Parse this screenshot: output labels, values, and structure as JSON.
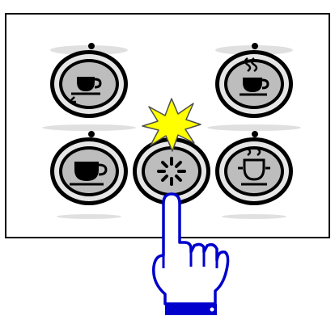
{
  "figure": {
    "kind": "coffee-machine-control-panel-illustration",
    "colors": {
      "background": "#ffffff",
      "panel_outline": "#000000",
      "button_ring": "#000000",
      "button_face": "#bdbdbd",
      "button_face_light": "#e6e6e6",
      "indicator_led": "#000000",
      "flash_fill": "#ffff00",
      "flash_outline": "#4d4d4d",
      "hand_fill": "#ffffff",
      "hand_outline": "#0000cc",
      "cuff_fill": "#0000cc"
    }
  },
  "panel": {
    "buttons": [
      {
        "id": "short-coffee-button",
        "icon": "short-coffee-icon",
        "row": "top",
        "column": "left",
        "has_led": true
      },
      {
        "id": "steam-button",
        "icon": "steam-icon",
        "row": "top",
        "column": "right",
        "has_led": true
      },
      {
        "id": "long-coffee-button",
        "icon": "long-coffee-icon",
        "row": "bottom",
        "column": "left",
        "has_led": true
      },
      {
        "id": "power-button",
        "icon": "power-burst-icon",
        "row": "bottom",
        "column": "center",
        "has_led": false,
        "pressed": true
      },
      {
        "id": "hot-water-button",
        "icon": "hot-water-icon",
        "row": "bottom",
        "column": "right",
        "has_led": true
      }
    ]
  },
  "pointer": {
    "icon": "pointing-hand-icon",
    "target": "power-button"
  },
  "highlight": {
    "icon": "flash-burst-icon",
    "target": "power-button"
  }
}
